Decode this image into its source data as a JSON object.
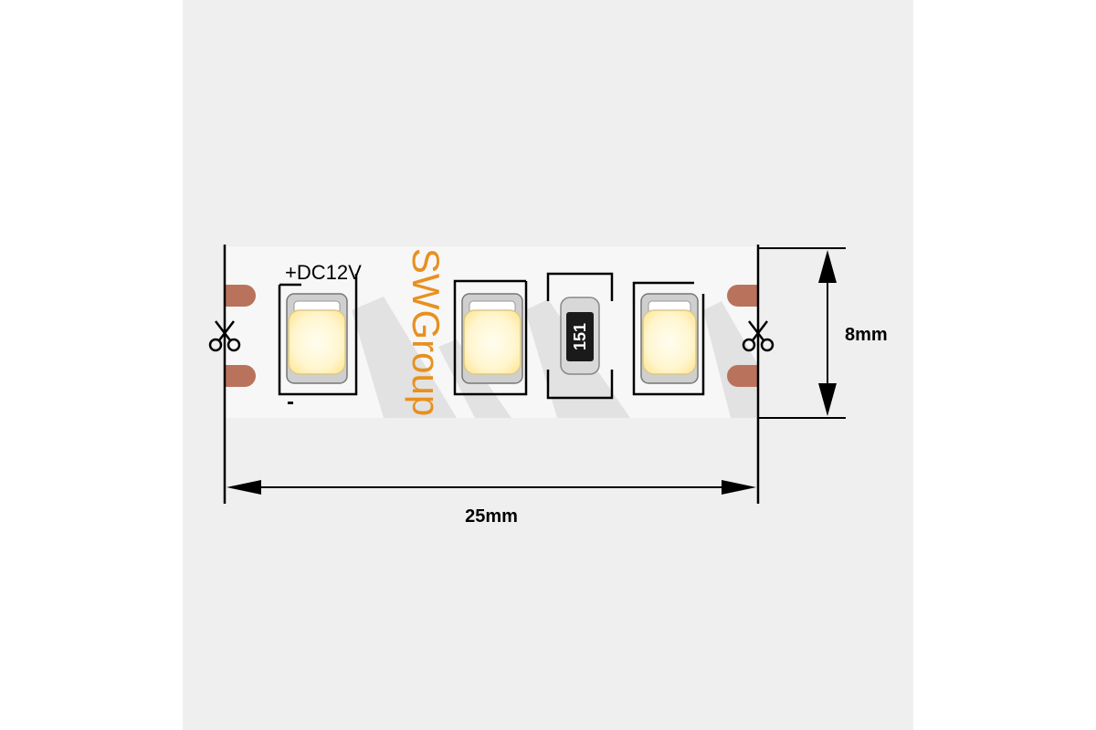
{
  "strip": {
    "voltage_label": "+DC12V",
    "minus_label": "-",
    "brand_text": "SWGroup",
    "resistor_code": "151",
    "led_count": 3
  },
  "dimensions": {
    "height_label": "8mm",
    "length_label": "25mm"
  },
  "colors": {
    "panel": "#efefef",
    "strip": "#f7f7f7",
    "shadow": "#e2e2e2",
    "pad": "#b9735c",
    "brand": "#e8901f",
    "led_yellow": "#ffefb0",
    "lines": "#000000"
  },
  "icons": [
    "scissors-icon",
    "arrow-icon"
  ]
}
